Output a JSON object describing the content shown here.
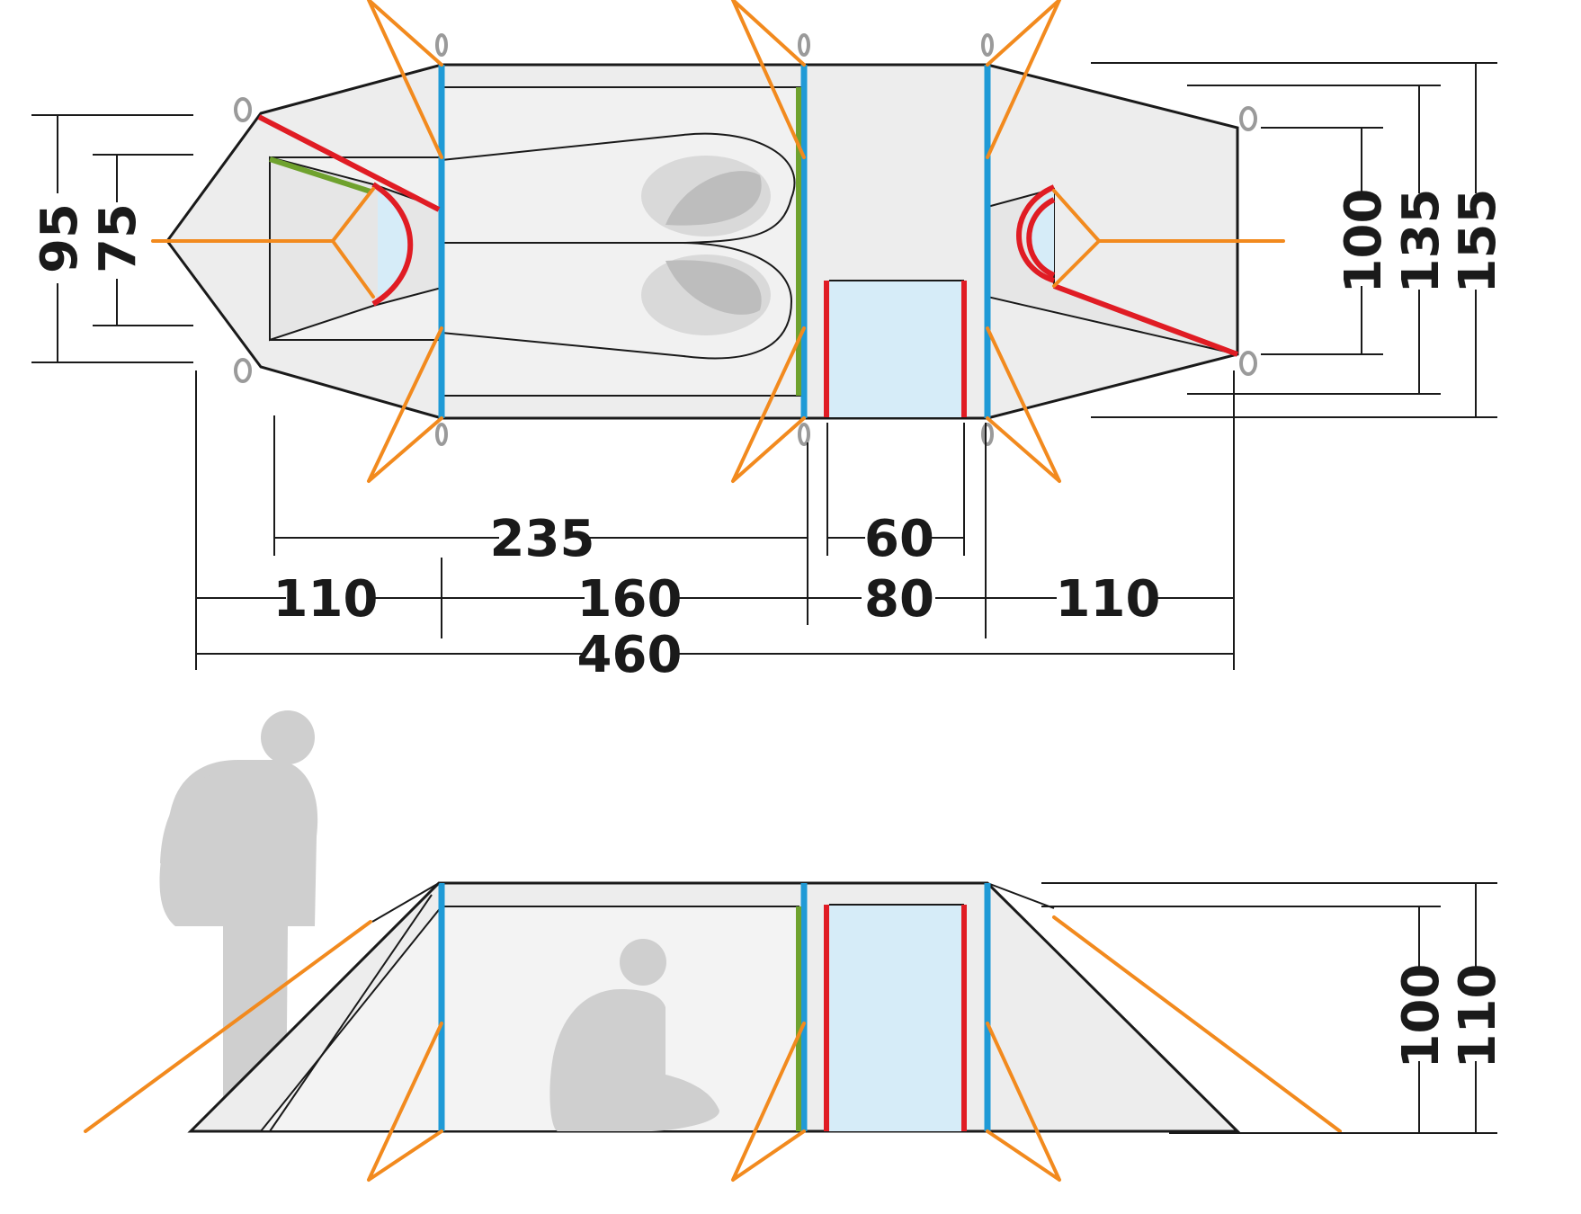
{
  "colors": {
    "guyline": "#f28a1e",
    "pole_outer": "#1f9ad6",
    "pole_entrance": "#e01c24",
    "pole_inner": "#6fa22e",
    "fabric": "#ededed",
    "door_panel": "#d6ecf8",
    "silhouette": "#cfcfcf"
  },
  "top_view": {
    "dimensions": {
      "left_outer_height": "95",
      "left_inner_height": "75",
      "right_inner_height": "100",
      "right_mid_height": "135",
      "right_outer_height": "155",
      "inner_tent_length": "235",
      "door_width": "60",
      "left_vestibule": "110",
      "sleeping_area": "160",
      "center_vestibule": "80",
      "right_vestibule": "110",
      "total_length": "460"
    }
  },
  "side_view": {
    "dimensions": {
      "inner_height": "100",
      "outer_height": "110"
    },
    "icons": [
      "standing-person-icon",
      "sitting-person-icon"
    ]
  }
}
